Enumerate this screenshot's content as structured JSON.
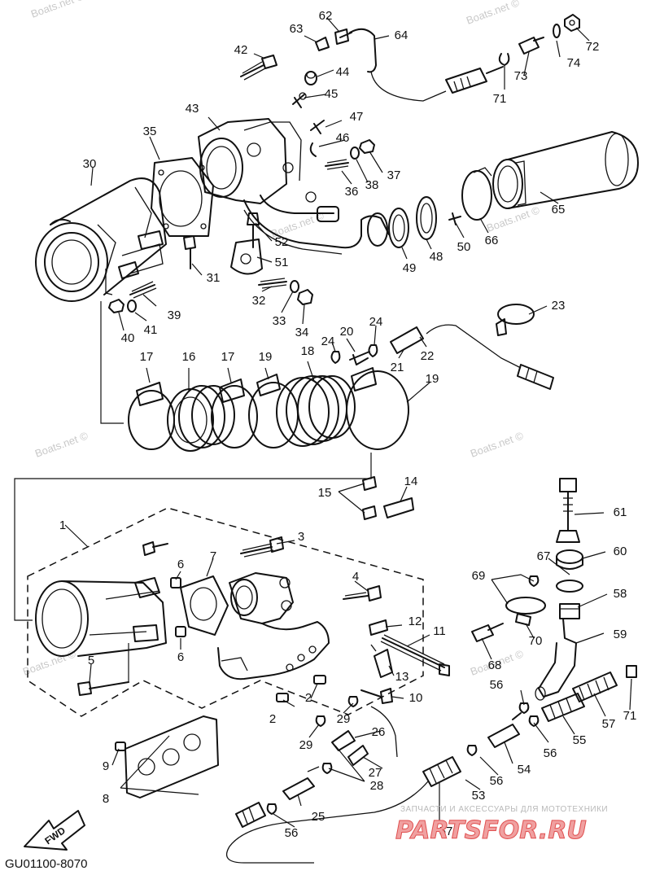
{
  "diagram_code": "GU01100-8070",
  "fwd_label": "FWD",
  "watermark": "Boats.net ©",
  "banner": {
    "tagline": "ЗАПЧАСТИ И АКСЕССУАРЫ ДЛЯ МОТОТЕХНИКИ",
    "logo": "PARTSFOR.RU"
  },
  "callouts": [
    "1",
    "2",
    "3",
    "4",
    "5",
    "6",
    "7",
    "8",
    "9",
    "10",
    "11",
    "12",
    "13",
    "14",
    "15",
    "16",
    "17",
    "18",
    "19",
    "20",
    "21",
    "22",
    "23",
    "24",
    "25",
    "26",
    "27",
    "28",
    "29",
    "30",
    "31",
    "32",
    "33",
    "34",
    "35",
    "36",
    "37",
    "38",
    "39",
    "40",
    "41",
    "42",
    "43",
    "44",
    "45",
    "46",
    "47",
    "48",
    "49",
    "50",
    "51",
    "52",
    "53",
    "54",
    "55",
    "56",
    "57",
    "58",
    "59",
    "60",
    "61",
    "62",
    "63",
    "64",
    "65",
    "66",
    "67",
    "68",
    "69",
    "70",
    "71",
    "72",
    "73",
    "74"
  ]
}
